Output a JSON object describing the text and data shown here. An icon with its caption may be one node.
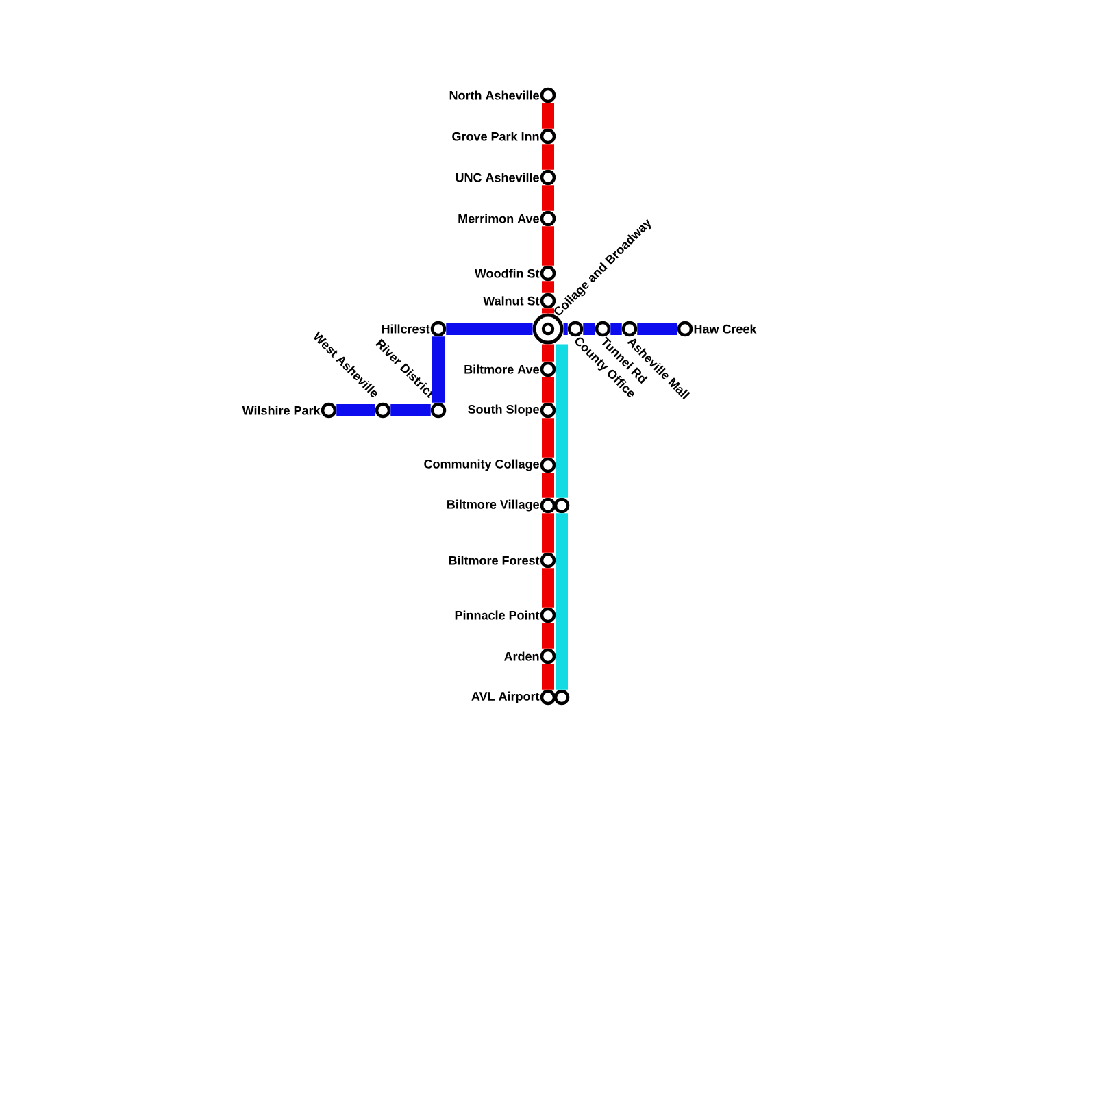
{
  "diagram": {
    "nodes": [
      {
        "text": [
          "North Asheville"
        ]
      },
      {
        "text": [
          "Grove Park Inn"
        ]
      },
      {
        "text": [
          "UNC Asheville"
        ]
      },
      {
        "text": [
          "Merrimon Ave"
        ]
      },
      {
        "text": [
          "Woodfin St"
        ]
      },
      {
        "text": [
          "Walnut St"
        ]
      },
      {
        "text": [
          "Collage and Broadway"
        ]
      },
      {
        "text": [
          "Biltmore Ave"
        ]
      },
      {
        "text": [
          "South Slope"
        ]
      },
      {
        "text": [
          "Community Collage"
        ]
      },
      {
        "text": [
          "Biltmore Village"
        ]
      },
      {
        "text": [
          "Biltmore Forest"
        ]
      },
      {
        "text": [
          "Pinnacle Point"
        ]
      },
      {
        "text": [
          "Arden"
        ]
      },
      {
        "text": [
          "AVL Airport"
        ]
      },
      {
        "text": [
          "Hillcrest"
        ]
      },
      {
        "text": [
          "River District"
        ]
      },
      {
        "text": [
          "West Asheville"
        ]
      },
      {
        "text": [
          "Wilshire Park"
        ]
      },
      {
        "text": [
          "County Office"
        ]
      },
      {
        "text": [
          "Tunnel Rd"
        ]
      },
      {
        "text": [
          "Asheville Mall"
        ]
      },
      {
        "text": [
          "Haw Creek"
        ]
      },
      {
        "text": [],
        "shape": "circle"
      },
      {
        "text": [],
        "shape": "circle"
      }
    ],
    "edges": [
      {
        "from": 0,
        "to": 1,
        "arrow": "none",
        "color": "#ee0000"
      },
      {
        "from": 1,
        "to": 2,
        "arrow": "none",
        "color": "#ee0000"
      },
      {
        "from": 2,
        "to": 3,
        "arrow": "none",
        "color": "#ee0000"
      },
      {
        "from": 3,
        "to": 4,
        "arrow": "none",
        "color": "#ee0000"
      },
      {
        "from": 4,
        "to": 5,
        "arrow": "none",
        "color": "#ee0000"
      },
      {
        "from": 5,
        "to": 6,
        "arrow": "none",
        "color": "#ee0000"
      },
      {
        "from": 6,
        "to": 7,
        "arrow": "none",
        "color": "#ee0000"
      },
      {
        "from": 7,
        "to": 8,
        "arrow": "none",
        "color": "#ee0000"
      },
      {
        "from": 8,
        "to": 9,
        "arrow": "none",
        "color": "#ee0000"
      },
      {
        "from": 9,
        "to": 10,
        "arrow": "none",
        "color": "#ee0000"
      },
      {
        "from": 10,
        "to": 11,
        "arrow": "none",
        "color": "#ee0000"
      },
      {
        "from": 11,
        "to": 12,
        "arrow": "none",
        "color": "#ee0000"
      },
      {
        "from": 12,
        "to": 13,
        "arrow": "none",
        "color": "#ee0000"
      },
      {
        "from": 13,
        "to": 14,
        "arrow": "none",
        "color": "#ee0000"
      },
      {
        "from": 18,
        "to": 17,
        "arrow": "none",
        "color": "#0c0cee"
      },
      {
        "from": 17,
        "to": 16,
        "arrow": "none",
        "color": "#0c0cee"
      },
      {
        "from": 16,
        "to": 15,
        "arrow": "none",
        "color": "#0c0cee"
      },
      {
        "from": 15,
        "to": 6,
        "arrow": "none",
        "color": "#0c0cee"
      },
      {
        "from": 6,
        "to": 19,
        "arrow": "none",
        "color": "#0c0cee"
      },
      {
        "from": 19,
        "to": 20,
        "arrow": "none",
        "color": "#0c0cee"
      },
      {
        "from": 20,
        "to": 21,
        "arrow": "none",
        "color": "#0c0cee"
      },
      {
        "from": 21,
        "to": 22,
        "arrow": "none",
        "color": "#0c0cee"
      },
      {
        "from": 6,
        "to": 23,
        "arrow": "none",
        "color": "#12dbe3"
      },
      {
        "from": 23,
        "to": 24,
        "arrow": "none",
        "color": "#12dbe3"
      }
    ]
  }
}
